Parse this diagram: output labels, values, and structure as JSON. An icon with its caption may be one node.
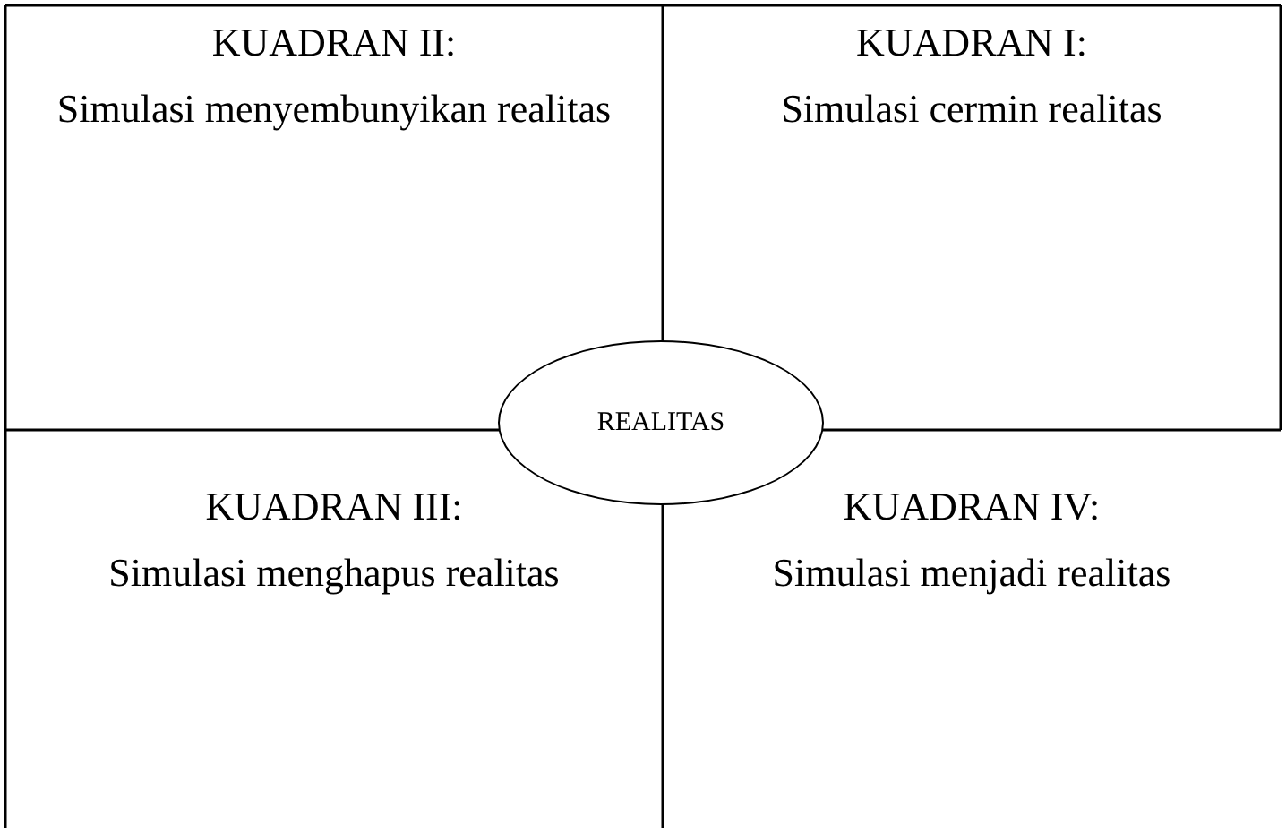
{
  "diagram": {
    "nodes": [
      {
        "text": [
          "KUADRAN II:",
          "Simulasi menyembunyikan realitas"
        ]
      },
      {
        "text": [
          "KUADRAN I:",
          "Simulasi cermin realitas"
        ]
      },
      {
        "text": [
          "REALITAS"
        ]
      },
      {
        "text": [
          "KUADRAN III:",
          "Simulasi menghapus realitas"
        ]
      },
      {
        "text": [
          "KUADRAN IV:",
          "Simulasi menjadi realitas"
        ]
      }
    ],
    "edges": []
  }
}
